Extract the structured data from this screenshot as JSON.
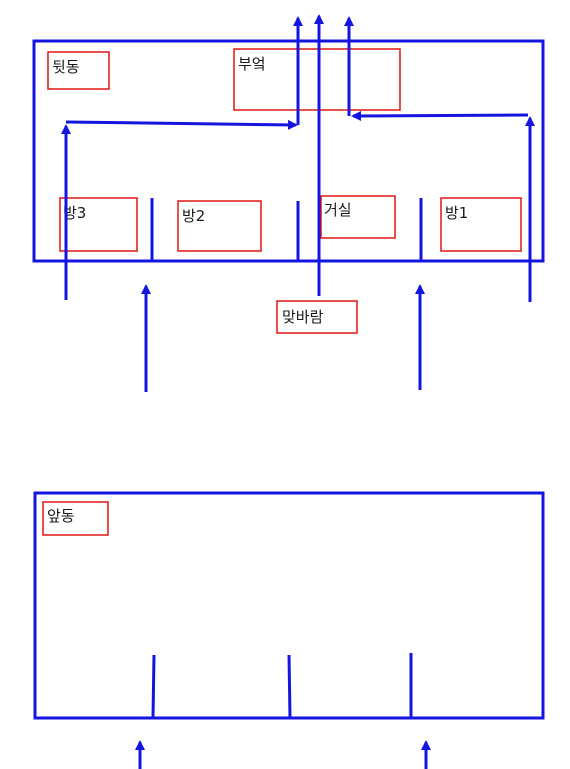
{
  "colors": {
    "building_outline": "#1515e0",
    "arrow": "#1515e0",
    "label_border": "#e01515",
    "label_text": "#1a1a1a"
  },
  "labels": {
    "back_building": "뒷동",
    "kitchen": "부엌",
    "room3": "방3",
    "room2": "방2",
    "living_room": "거실",
    "room1": "방1",
    "cross_wind": "맞바람",
    "front_building": "앞동"
  }
}
